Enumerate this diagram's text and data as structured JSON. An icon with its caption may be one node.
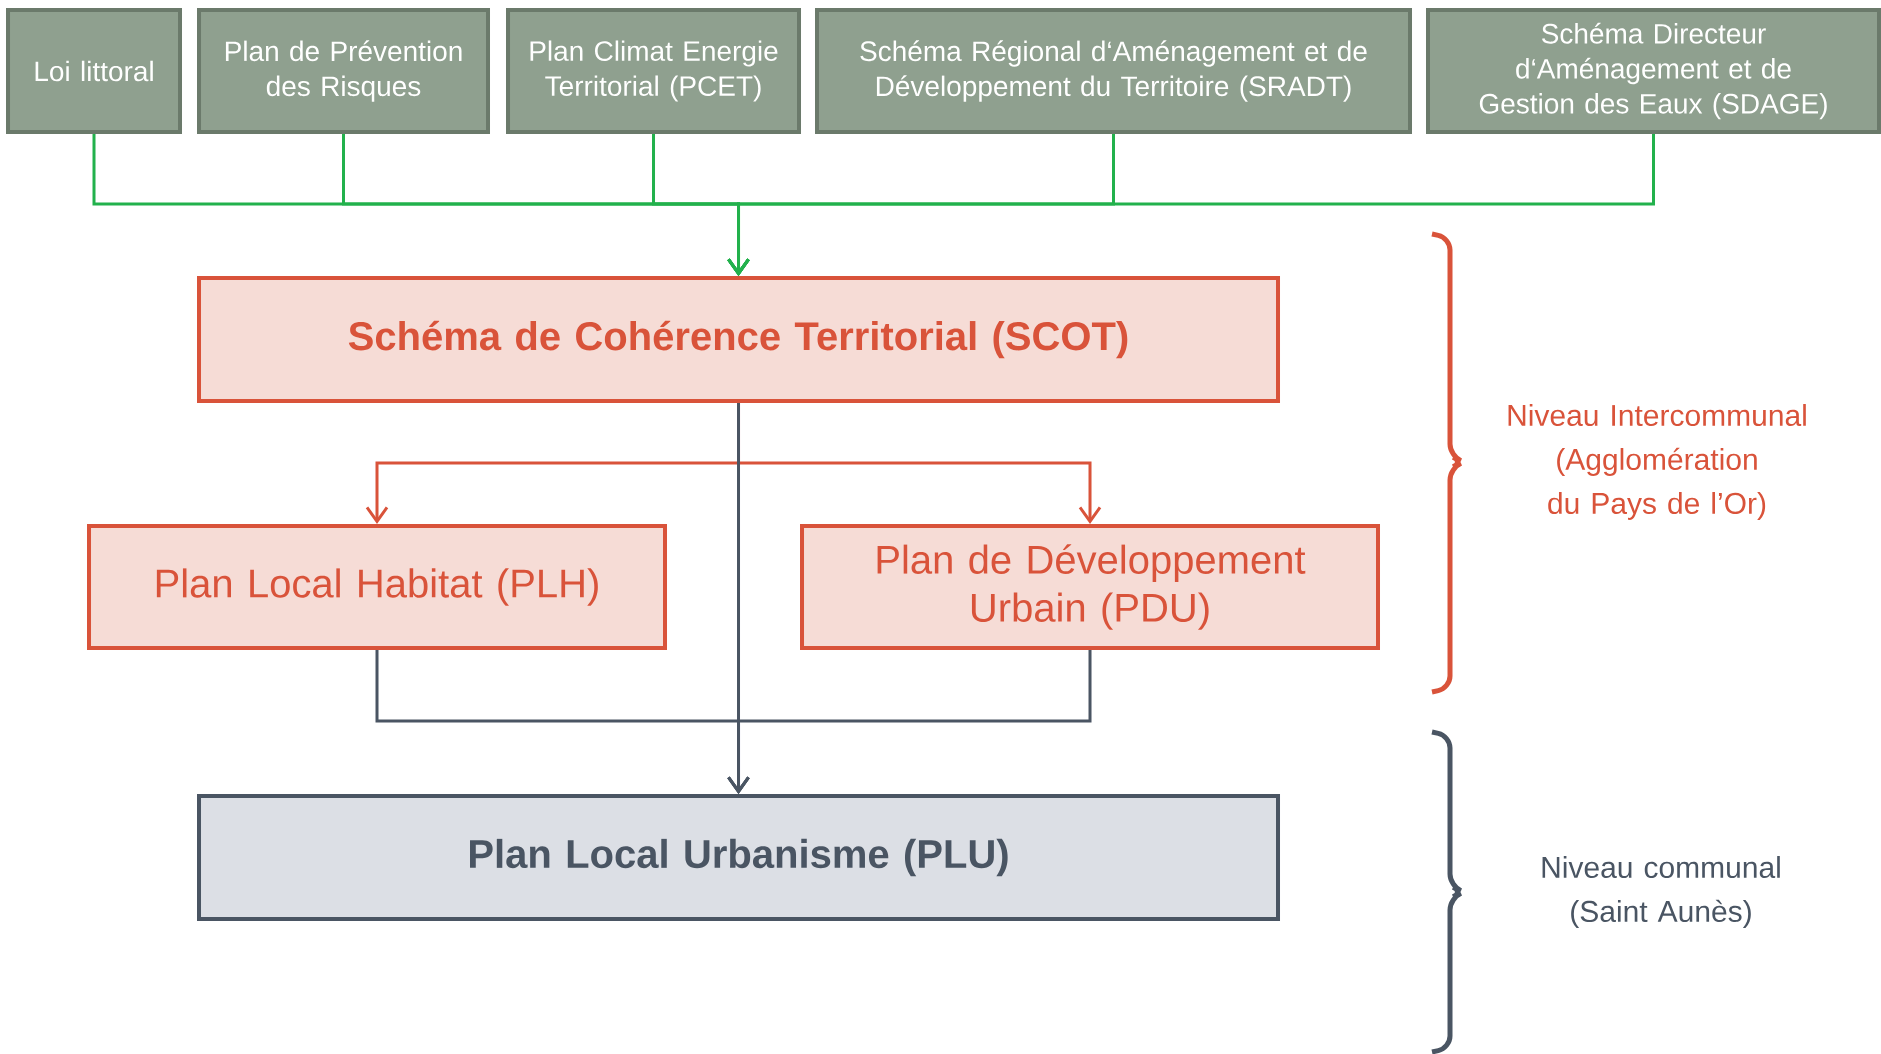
{
  "diagram": {
    "nodes": [
      {
        "text": [
          "Loi littoral"
        ]
      },
      {
        "text": [
          "Plan de Prévention des Risques"
        ]
      },
      {
        "text": [
          "Plan Climat Energie Territorial (PCET)"
        ]
      },
      {
        "text": [
          "Schéma Régional d‘Aménagement et de Développement du Territoire (SRADT)"
        ]
      },
      {
        "text": [
          "Schéma Directeur d‘Aménagement et de Gestion des Eaux (SDAGE)"
        ]
      },
      {
        "text": [
          "Schéma de Cohérence Territorial (SCOT)"
        ]
      },
      {
        "text": [
          "Plan Local Habitat (PLH)"
        ]
      },
      {
        "text": [
          "Plan de Développement Urbain (PDU)"
        ]
      },
      {
        "text": [
          "Plan Local Urbanisme (PLU)"
        ]
      }
    ],
    "edges": [
      {
        "from": 0,
        "to": 5,
        "arrow": "to"
      },
      {
        "from": 1,
        "to": 5,
        "arrow": "to"
      },
      {
        "from": 2,
        "to": 5,
        "arrow": "to"
      },
      {
        "from": 3,
        "to": 5,
        "arrow": "to"
      },
      {
        "from": 4,
        "to": 5,
        "arrow": "to"
      },
      {
        "from": 5,
        "to": 6,
        "arrow": "to",
        "color": "#d9533a"
      },
      {
        "from": 5,
        "to": 7,
        "arrow": "to",
        "color": "#d9533a"
      },
      {
        "from": 5,
        "to": 8,
        "arrow": "to",
        "color": "#4a5563"
      },
      {
        "from": 6,
        "to": 8,
        "arrow": "to",
        "color": "#4a5563"
      },
      {
        "from": 7,
        "to": 8,
        "arrow": "to",
        "color": "#4a5563"
      }
    ],
    "labels": [
      "Niveau Intercommunal (Agglomération du Pays de l’Or)",
      "Niveau communal (Saint Aunès)"
    ]
  }
}
